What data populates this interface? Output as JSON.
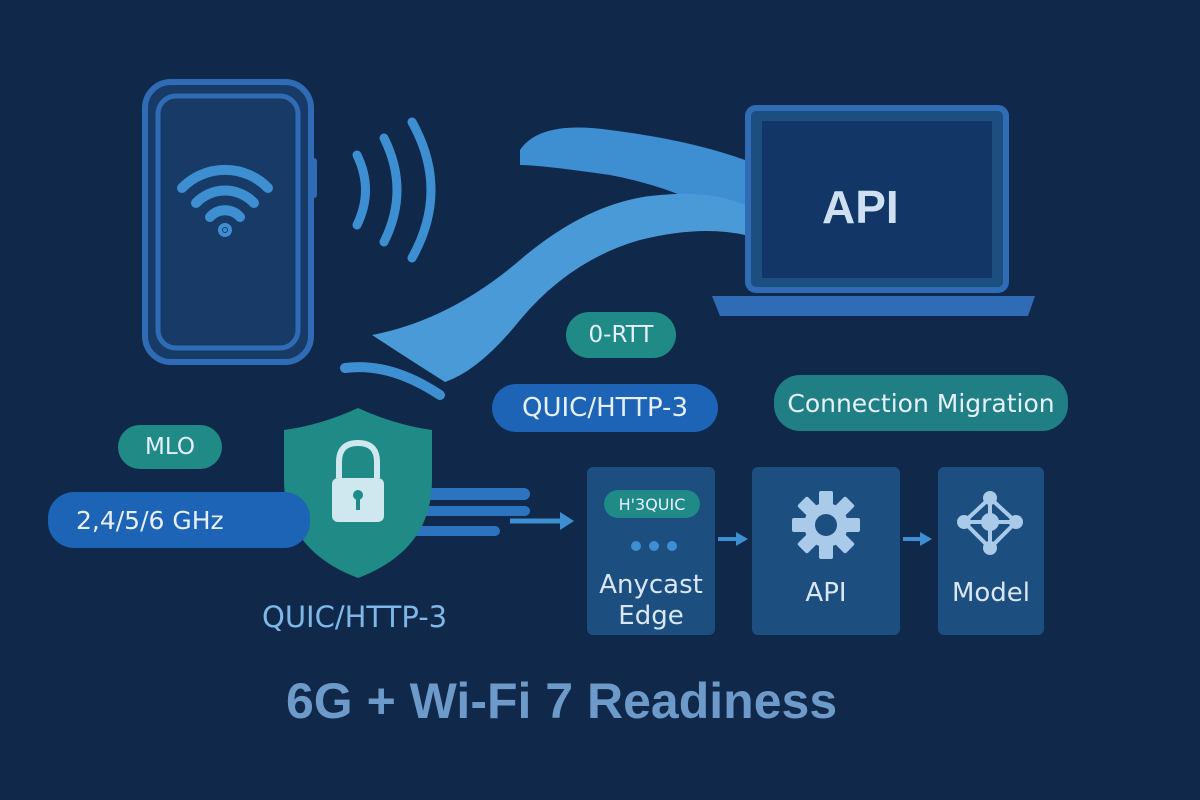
{
  "colors": {
    "background": "#10284a",
    "device_outline": "#2f6cb5",
    "flow": "#3d8fd2",
    "teal": "#1f8a86",
    "blue_pill": "#1d63b6",
    "box": "#1c4e80",
    "label_light": "#7fb8e6"
  },
  "laptop": {
    "screen_text": "API"
  },
  "tags": {
    "zero_rtt": "0-RTT",
    "quic_http3": "QUIC/HTTP-3",
    "connection_migration": "Connection Migration",
    "mlo": "MLO",
    "bands": "2,4/5/6 GHz"
  },
  "shield_label": "QUIC/HTTP-3",
  "pipeline": {
    "edge": {
      "tag": "H'3QUIC",
      "line1": "Anycast",
      "line2": "Edge"
    },
    "api": {
      "label": "API"
    },
    "model": {
      "label": "Model"
    }
  },
  "title": "6G + Wi-Fi 7 Readiness",
  "icons": [
    "wifi-icon",
    "signal-waves-icon",
    "padlock-icon",
    "shield-icon",
    "gear-icon",
    "network-node-icon",
    "ellipsis-icon",
    "arrow-right-icon"
  ]
}
